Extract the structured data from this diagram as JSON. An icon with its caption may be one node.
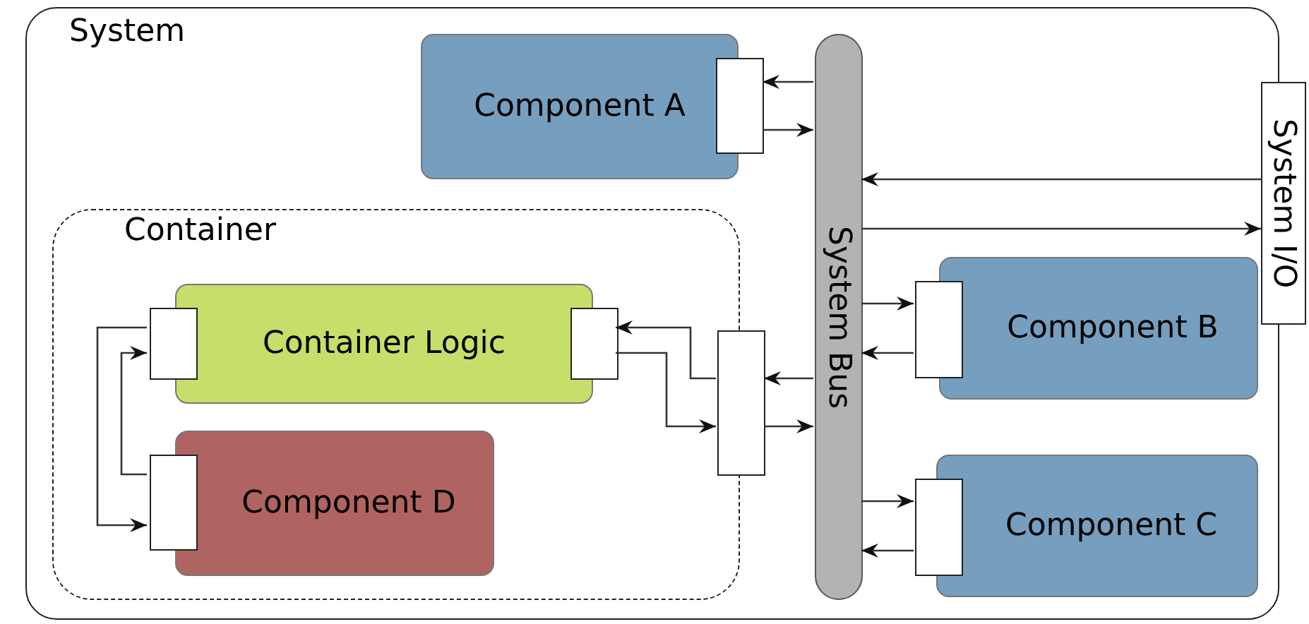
{
  "diagram": {
    "nodes": [
      {
        "text": [
          "System"
        ]
      },
      {
        "text": [
          "Component A"
        ],
        "in": 0
      },
      {
        "text": [],
        "shape": "box",
        "in": 0
      },
      {
        "text": [
          "Container"
        ],
        "in": 0
      },
      {
        "text": [
          "Container Logic"
        ],
        "in": 3
      },
      {
        "text": [],
        "shape": "box",
        "in": 3
      },
      {
        "text": [],
        "shape": "box",
        "in": 3
      },
      {
        "text": [
          "Component D"
        ],
        "in": 3
      },
      {
        "text": [],
        "shape": "box",
        "in": 3
      },
      {
        "text": [],
        "shape": "box",
        "in": 0
      },
      {
        "text": [
          "System Bus"
        ],
        "in": 0
      },
      {
        "text": [
          "Component B"
        ],
        "in": 0
      },
      {
        "text": [],
        "shape": "box",
        "in": 0
      },
      {
        "text": [
          "Component C"
        ],
        "in": 0
      },
      {
        "text": [],
        "shape": "box",
        "in": 0
      },
      {
        "text": [
          "System I/O"
        ]
      }
    ],
    "edges": [
      {
        "from": 10,
        "to": 2,
        "arrow": "to"
      },
      {
        "from": 2,
        "to": 10,
        "arrow": "to"
      },
      {
        "from": 15,
        "to": 10,
        "arrow": "to"
      },
      {
        "from": 10,
        "to": 15,
        "arrow": "to"
      },
      {
        "from": 10,
        "to": 12,
        "arrow": "to"
      },
      {
        "from": 12,
        "to": 10,
        "arrow": "to"
      },
      {
        "from": 10,
        "to": 9,
        "arrow": "to"
      },
      {
        "from": 9,
        "to": 10,
        "arrow": "to"
      },
      {
        "from": 9,
        "to": 6,
        "arrow": "to"
      },
      {
        "from": 6,
        "to": 9,
        "arrow": "to"
      },
      {
        "from": 10,
        "to": 14,
        "arrow": "to"
      },
      {
        "from": 14,
        "to": 10,
        "arrow": "to"
      },
      {
        "from": 5,
        "to": 8,
        "arrow": "to"
      },
      {
        "from": 8,
        "to": 5,
        "arrow": "to"
      }
    ]
  }
}
